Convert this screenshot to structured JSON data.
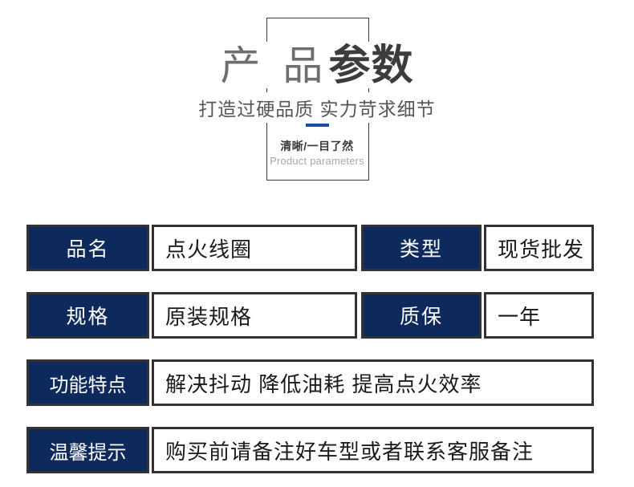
{
  "header": {
    "title_light": "产 品",
    "title_bold": "参数",
    "subtitle": "打造过硬品质 实力苛求细节",
    "small_cn": "清晰/一目了然",
    "small_en": "Product parameters",
    "accent_color": "#1a4d9e"
  },
  "theme": {
    "label_bg": "#0e2a5c",
    "border_color": "#333333",
    "value_bg": "#ffffff"
  },
  "spec_table": {
    "rows": [
      {
        "cells": [
          {
            "type": "label",
            "text": "品名"
          },
          {
            "type": "value",
            "text": "点火线圈"
          },
          {
            "type": "label",
            "text": "类型"
          },
          {
            "type": "value",
            "text": "现货批发"
          }
        ]
      },
      {
        "cells": [
          {
            "type": "label",
            "text": "规格"
          },
          {
            "type": "value",
            "text": "原装规格"
          },
          {
            "type": "label",
            "text": "质保"
          },
          {
            "type": "value",
            "text": "一年"
          }
        ]
      },
      {
        "cells": [
          {
            "type": "label",
            "text": "功能特点"
          },
          {
            "type": "value",
            "text": "解决抖动 降低油耗 提高点火效率"
          }
        ]
      },
      {
        "cells": [
          {
            "type": "label",
            "text": "温馨提示"
          },
          {
            "type": "value",
            "text": "购买前请备注好车型或者联系客服备注"
          }
        ]
      }
    ]
  }
}
